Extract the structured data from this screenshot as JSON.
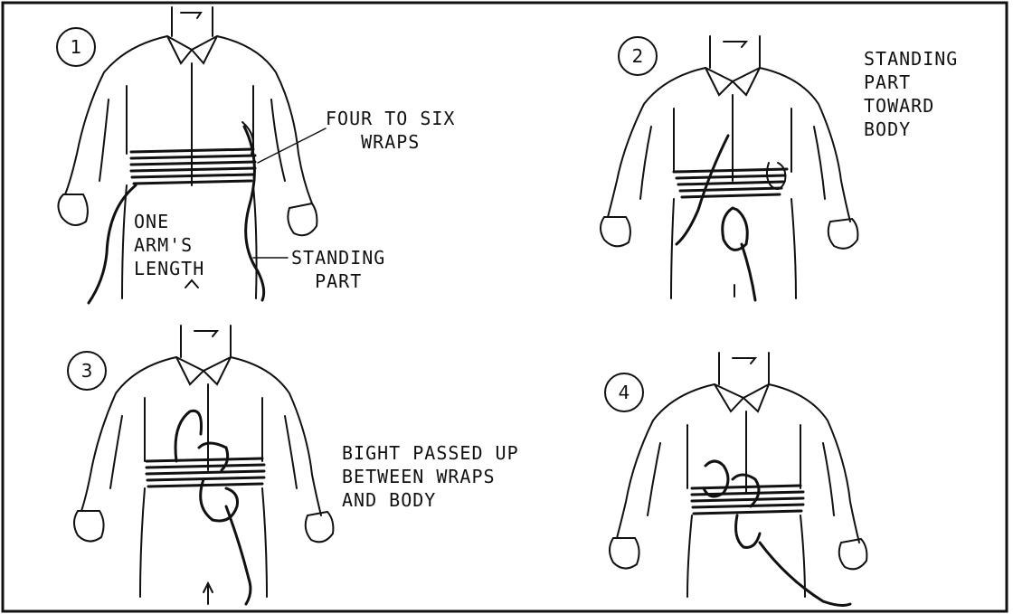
{
  "panels": [
    {
      "number": "1",
      "labels": {
        "wraps": "FOUR TO SIX\n   WRAPS",
        "arm": "ONE\nARM'S\nLENGTH",
        "standing": "STANDING\n  PART"
      }
    },
    {
      "number": "2",
      "labels": {
        "standing_toward": "STANDING\nPART\nTOWARD\nBODY"
      }
    },
    {
      "number": "3",
      "labels": {
        "bight": "BIGHT PASSED UP\nBETWEEN WRAPS\nAND BODY"
      }
    },
    {
      "number": "4",
      "labels": {}
    }
  ]
}
